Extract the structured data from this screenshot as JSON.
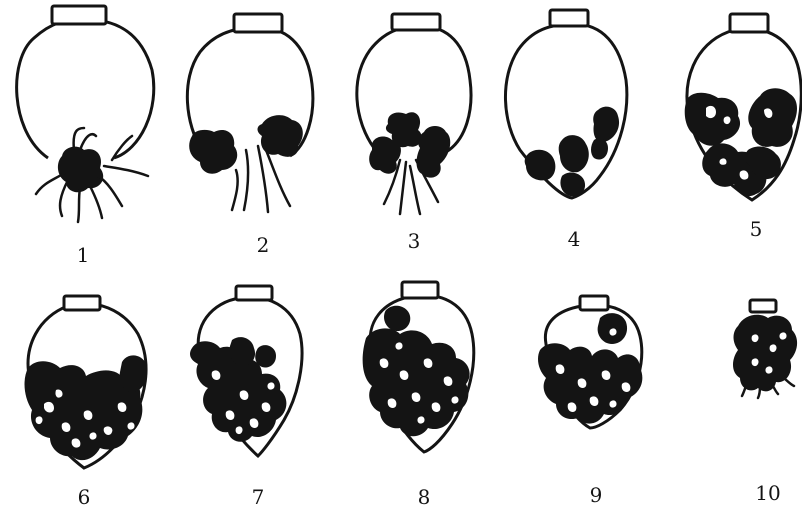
{
  "figure": {
    "stages": [
      {
        "id": "stage-1",
        "label": "1"
      },
      {
        "id": "stage-2",
        "label": "2"
      },
      {
        "id": "stage-3",
        "label": "3"
      },
      {
        "id": "stage-4",
        "label": "4"
      },
      {
        "id": "stage-5",
        "label": "5"
      },
      {
        "id": "stage-6",
        "label": "6"
      },
      {
        "id": "stage-7",
        "label": "7"
      },
      {
        "id": "stage-8",
        "label": "8"
      },
      {
        "id": "stage-9",
        "label": "9"
      },
      {
        "id": "stage-10",
        "label": "10"
      }
    ],
    "colors": {
      "ink": "#141414",
      "paper": "#ffffff"
    }
  }
}
